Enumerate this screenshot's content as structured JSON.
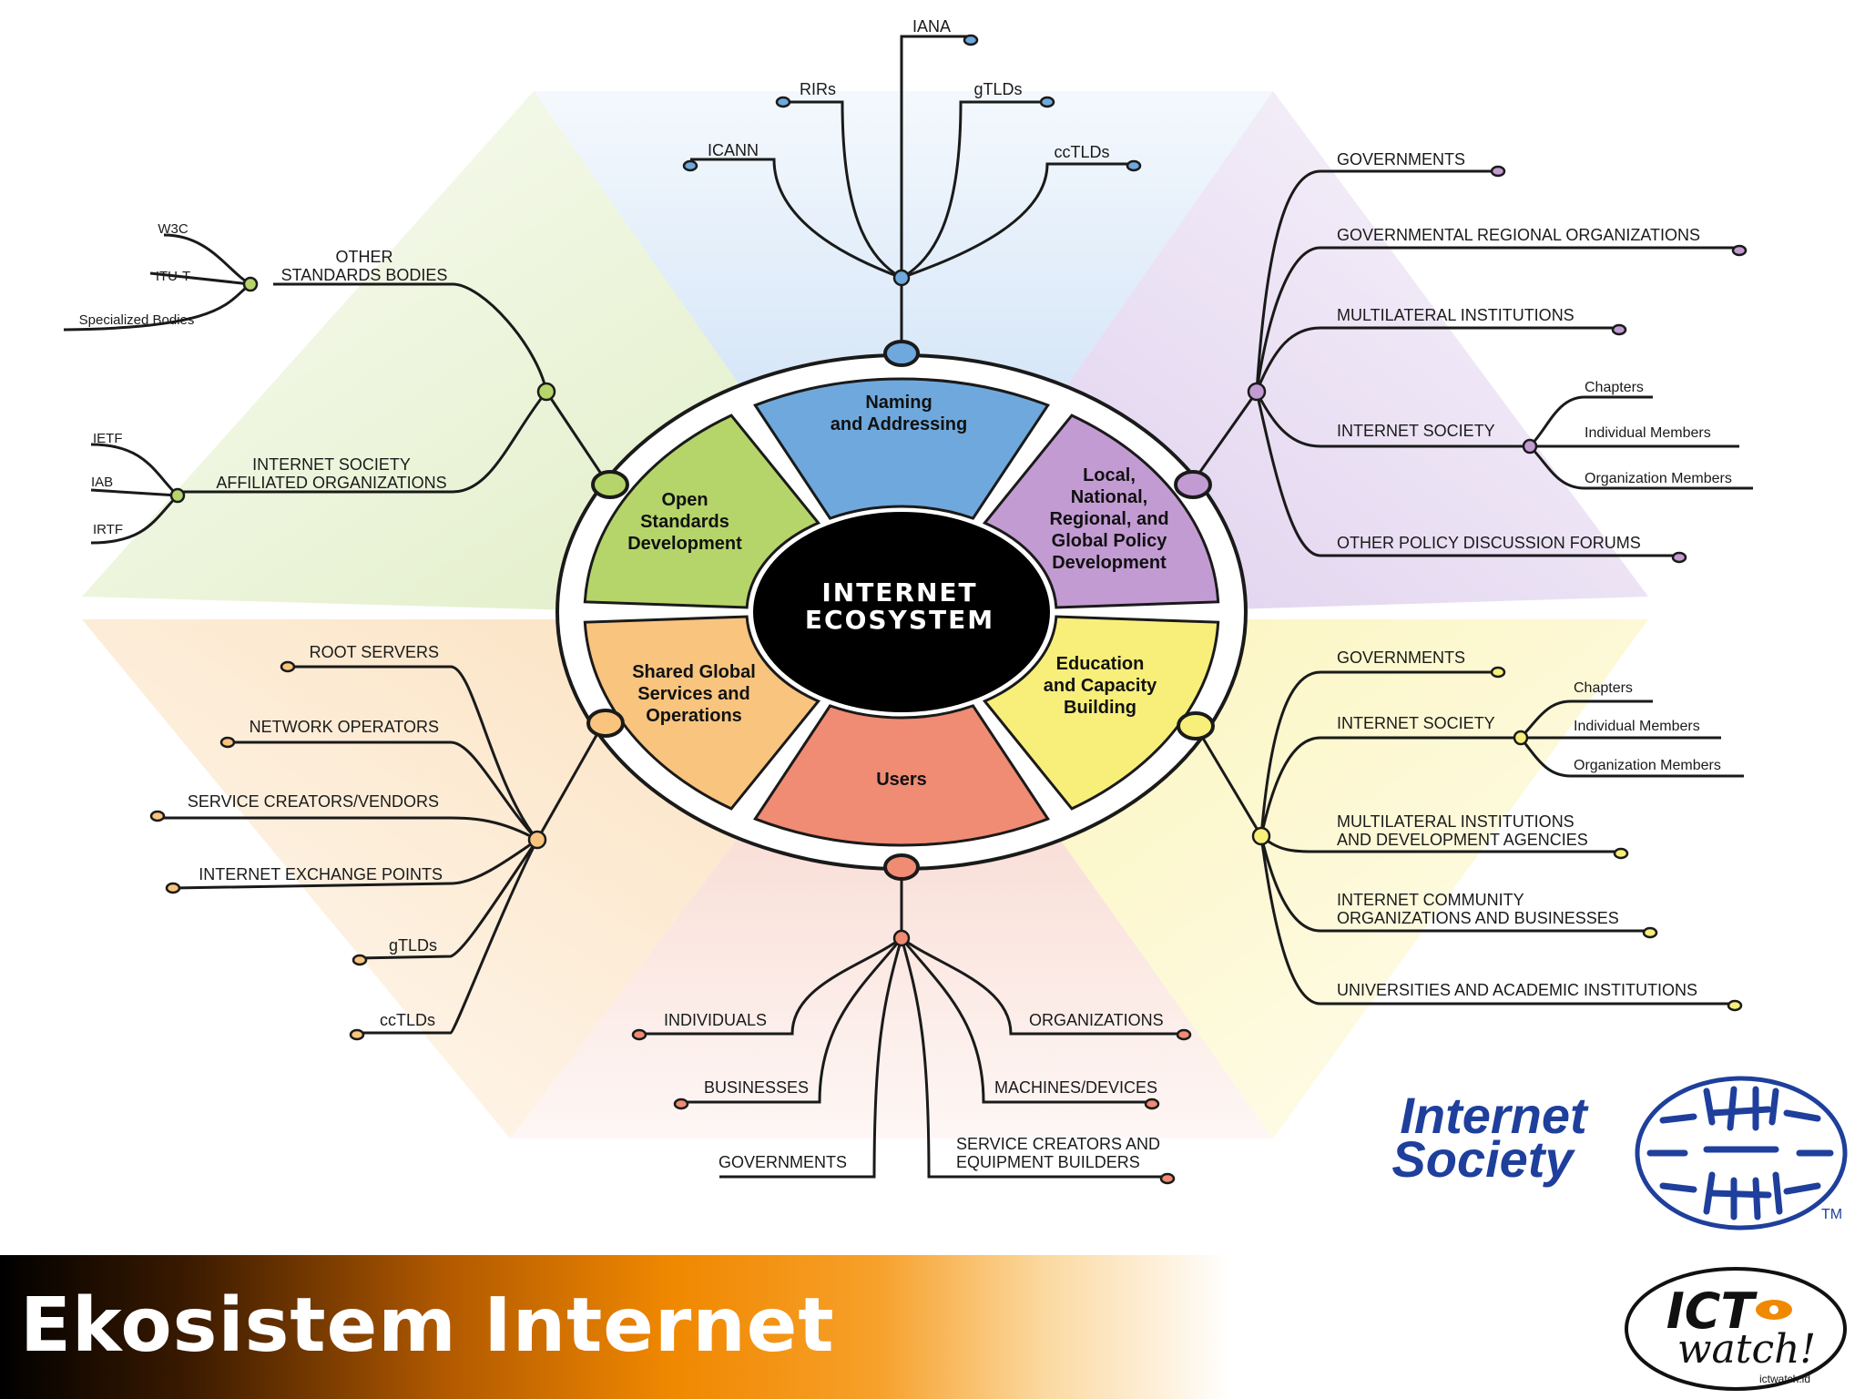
{
  "slide_title": "Ekosistem Internet",
  "center_label": [
    "INTERNET",
    "ECOSYSTEM"
  ],
  "segments": {
    "naming": [
      "Naming",
      "and Addressing"
    ],
    "policy": [
      "Local,",
      "National,",
      "Regional, and",
      "Global Policy",
      "Development"
    ],
    "education": [
      "Education",
      "and Capacity",
      "Building"
    ],
    "users": [
      "Users"
    ],
    "shared": [
      "Shared Global",
      "Services and",
      "Operations"
    ],
    "standards": [
      "Open",
      "Standards",
      "Development"
    ]
  },
  "branches": {
    "naming": [
      "ICANN",
      "RIRs",
      "IANA",
      "gTLDs",
      "ccTLDs"
    ],
    "standards_groups": [
      {
        "label": [
          "OTHER",
          "STANDARDS BODIES"
        ],
        "leaves": [
          "W3C",
          "ITU-T",
          "Specialized Bodies"
        ]
      },
      {
        "label": [
          "INTERNET SOCIETY",
          "AFFILIATED ORGANIZATIONS"
        ],
        "leaves": [
          "IETF",
          "IAB",
          "IRTF"
        ]
      }
    ],
    "policy": [
      "GOVERNMENTS",
      "GOVERNMENTAL REGIONAL ORGANIZATIONS",
      "MULTILATERAL INSTITUTIONS",
      "INTERNET SOCIETY",
      "OTHER POLICY DISCUSSION FORUMS"
    ],
    "policy_isoc": [
      "Chapters",
      "Individual Members",
      "Organization Members"
    ],
    "education": [
      [
        "GOVERNMENTS"
      ],
      [
        "INTERNET SOCIETY"
      ],
      [
        "MULTILATERAL INSTITUTIONS",
        "AND DEVELOPMENT AGENCIES"
      ],
      [
        "INTERNET COMMUNITY",
        "ORGANIZATIONS AND BUSINESSES"
      ],
      [
        "UNIVERSITIES AND ACADEMIC INSTITUTIONS"
      ]
    ],
    "education_isoc": [
      "Chapters",
      "Individual Members",
      "Organization Members"
    ],
    "shared": [
      "ROOT SERVERS",
      "NETWORK OPERATORS",
      "SERVICE CREATORS/VENDORS",
      "INTERNET EXCHANGE POINTS",
      "gTLDs",
      "ccTLDs"
    ],
    "users_left": [
      "INDIVIDUALS",
      "BUSINESSES",
      "GOVERNMENTS"
    ],
    "users_right": [
      [
        "ORGANIZATIONS"
      ],
      [
        "MACHINES/DEVICES"
      ],
      [
        "SERVICE CREATORS AND",
        "EQUIPMENT BUILDERS"
      ]
    ]
  },
  "isoc_logo": {
    "line1": "Internet",
    "line2": "Society",
    "tm": "TM"
  },
  "ict_logo": {
    "main": "ICT",
    "script": "watch!",
    "url": "ictwatch.id"
  },
  "colors": {
    "naming": "#6fa8dc",
    "policy": "#c39bd3",
    "education": "#f7ef7a",
    "users": "#f08b74",
    "shared": "#f8c47e",
    "standards": "#b5d56a",
    "isoc_blue": "#1f3f9c",
    "title_orange": "#f08800"
  }
}
